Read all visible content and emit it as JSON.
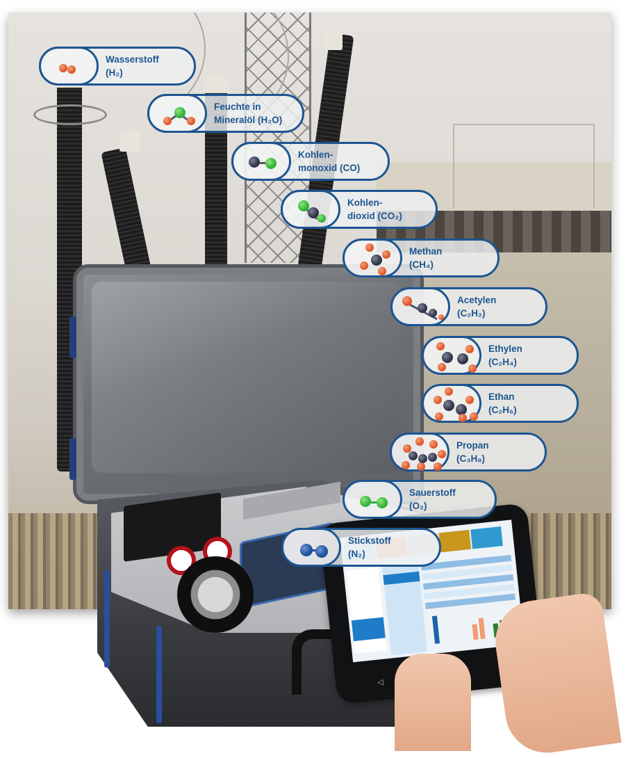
{
  "scene": {
    "description": "Portable dissolved-gas-in-oil analyzer case with tablet, in front of high-voltage transformer substation",
    "accent_color": "#1d5591",
    "colors": {
      "label_border": "#1d5591",
      "hydrogen_atom": "#e0582a",
      "oxygen_atom": "#2fb13a",
      "carbon_atom": "#2f3346",
      "nitrogen_atom": "#1d4f9a"
    }
  },
  "gases": [
    {
      "name": "Wasserstoff",
      "formula": "(H2)",
      "formula_display": "(H₂)",
      "icon": "hydrogen-molecule-icon"
    },
    {
      "name": "Feuchte in",
      "name_line2": "Mineralöl (H2O)",
      "formula_display": "Mineralöl (H₂O)",
      "icon": "water-molecule-icon"
    },
    {
      "name": "Kohlen-",
      "name_line2": "monoxid (CO)",
      "formula_display": "monoxid (CO)",
      "icon": "carbon-monoxide-molecule-icon"
    },
    {
      "name": "Kohlen-",
      "name_line2": "dioxid (CO2)",
      "formula_display": "dioxid (CO₂)",
      "icon": "carbon-dioxide-molecule-icon"
    },
    {
      "name": "Methan",
      "formula": "(CH4)",
      "formula_display": "(CH₄)",
      "icon": "methane-molecule-icon"
    },
    {
      "name": "Acetylen",
      "formula": "(C2H2)",
      "formula_display": "(C₂H₂)",
      "icon": "acetylene-molecule-icon"
    },
    {
      "name": "Ethylen",
      "formula": "(C2H4)",
      "formula_display": "(C₂H₄)",
      "icon": "ethylene-molecule-icon"
    },
    {
      "name": "Ethan",
      "formula": "(C2H6)",
      "formula_display": "(C₂H₆)",
      "icon": "ethane-molecule-icon"
    },
    {
      "name": "Propan",
      "formula": "(C3H8)",
      "formula_display": "(C₃H₈)",
      "icon": "propane-molecule-icon"
    },
    {
      "name": "Sauerstoff",
      "formula": "(O2)",
      "formula_display": "(O₂)",
      "icon": "oxygen-molecule-icon"
    },
    {
      "name": "Stickstoff",
      "formula": "(N2)",
      "formula_display": "(N₂)",
      "icon": "nitrogen-molecule-icon"
    }
  ],
  "tablet": {
    "tiles": [
      "#bfe0f5",
      "#f5b89a",
      "#d0d0d0",
      "#c9961e",
      "#2f9ad0",
      "#3f8f3a"
    ],
    "nav_glyphs": "◁ ○ □"
  }
}
